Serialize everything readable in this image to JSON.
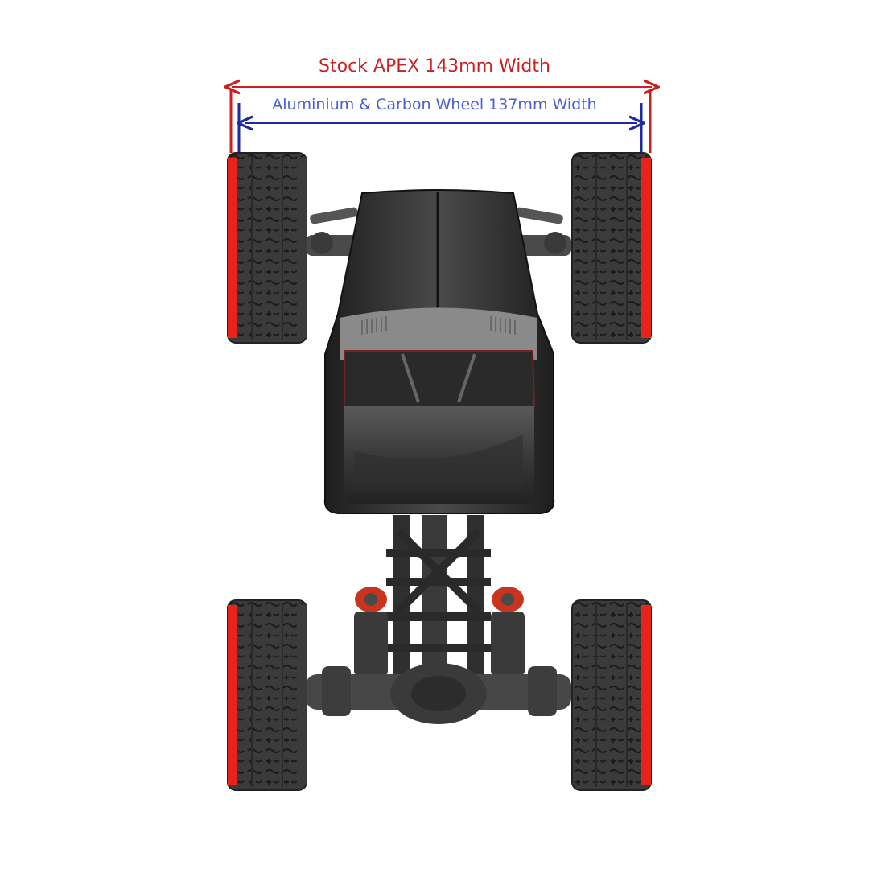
{
  "dimensions": {
    "stock": {
      "label": "Stock APEX 143mm Width",
      "value_mm": 143,
      "color": "#cc1f1f"
    },
    "aluminium": {
      "label": "Aluminium & Carbon Wheel 137mm Width",
      "value_mm": 137,
      "color": "#1f2aa0",
      "text_color": "#4a5fd6"
    }
  },
  "colors": {
    "tire_rubber": "#3a3a3a",
    "tire_rim_red": "#e8231c",
    "body_dark": "#2b2b2b",
    "chassis": "#3c3c3c",
    "shock_red": "#c7341f"
  },
  "image": {
    "subject": "top-view-rc-crawler-truck",
    "icon": "rc-car-topview-icon"
  }
}
